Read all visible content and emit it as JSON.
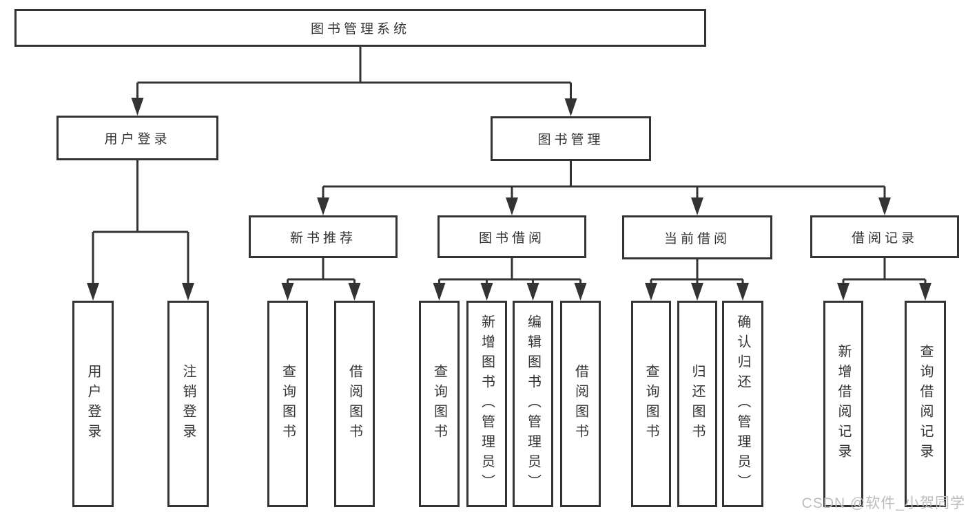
{
  "diagram": {
    "type": "hierarchy-tree",
    "title": "图书管理系统",
    "colors": {
      "line": "#333333",
      "box_border": "#333333",
      "text": "#333333",
      "background": "#ffffff",
      "watermark": "#bdbdbd"
    },
    "nodes": {
      "root": {
        "label": "图书管理系统",
        "level": 1
      },
      "userLogin": {
        "label": "用户登录",
        "level": 2,
        "parent": "root"
      },
      "bookMgmt": {
        "label": "图书管理",
        "level": 2,
        "parent": "root"
      },
      "loginAction": {
        "label": "用户登录",
        "level": 4,
        "parent": "userLogin",
        "orientation": "vertical"
      },
      "logoutAction": {
        "label": "注销登录",
        "level": 4,
        "parent": "userLogin",
        "orientation": "vertical"
      },
      "newBookRec": {
        "label": "新书推荐",
        "level": 3,
        "parent": "bookMgmt"
      },
      "bookBorrow": {
        "label": "图书借阅",
        "level": 3,
        "parent": "bookMgmt"
      },
      "currentBorrow": {
        "label": "当前借阅",
        "level": 3,
        "parent": "bookMgmt"
      },
      "borrowRecords": {
        "label": "借阅记录",
        "level": 3,
        "parent": "bookMgmt"
      },
      "nbQuery": {
        "label": "查询图书",
        "level": 4,
        "parent": "newBookRec",
        "orientation": "vertical"
      },
      "nbBorrow": {
        "label": "借阅图书",
        "level": 4,
        "parent": "newBookRec",
        "orientation": "vertical"
      },
      "bbQuery": {
        "label": "查询图书",
        "level": 4,
        "parent": "bookBorrow",
        "orientation": "vertical"
      },
      "bbAdd": {
        "label": "新增图书（管理员）",
        "level": 4,
        "parent": "bookBorrow",
        "orientation": "vertical"
      },
      "bbEdit": {
        "label": "编辑图书（管理员）",
        "level": 4,
        "parent": "bookBorrow",
        "orientation": "vertical"
      },
      "bbBorrow": {
        "label": "借阅图书",
        "level": 4,
        "parent": "bookBorrow",
        "orientation": "vertical"
      },
      "cbQuery": {
        "label": "查询图书",
        "level": 4,
        "parent": "currentBorrow",
        "orientation": "vertical"
      },
      "cbReturn": {
        "label": "归还图书",
        "level": 4,
        "parent": "currentBorrow",
        "orientation": "vertical"
      },
      "cbConfirm": {
        "label": "确认归还（管理员）",
        "level": 4,
        "parent": "currentBorrow",
        "orientation": "vertical"
      },
      "brAdd": {
        "label": "新增借阅记录",
        "level": 4,
        "parent": "borrowRecords",
        "orientation": "vertical"
      },
      "brQuery": {
        "label": "查询借阅记录",
        "level": 4,
        "parent": "borrowRecords",
        "orientation": "vertical"
      }
    },
    "watermark": {
      "text": "CSDN @软件_小贺同学"
    }
  }
}
